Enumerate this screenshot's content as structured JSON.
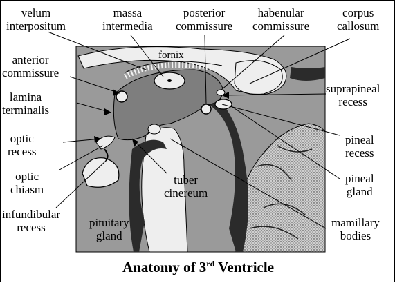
{
  "caption": {
    "prefix": "Anatomy of 3",
    "superscript": "rd",
    "suffix": " Ventricle"
  },
  "labels": {
    "velum_interpositum": [
      "velum",
      "interpositum"
    ],
    "massa_intermedia": [
      "massa",
      "intermedia"
    ],
    "posterior_commissure": [
      "posterior",
      "commissure"
    ],
    "habenular_commissure": [
      "habenular",
      "commissure"
    ],
    "corpus_callosum": [
      "corpus",
      "callosum"
    ],
    "anterior_commissure": [
      "anterior",
      "commissure"
    ],
    "lamina_terminalis": [
      "lamina",
      "terminalis"
    ],
    "optic_recess": [
      "optic",
      "recess"
    ],
    "optic_chiasm": [
      "optic",
      "chiasm"
    ],
    "infundibular_recess": [
      "infundibular",
      "recess"
    ],
    "pituitary_gland": [
      "pituitary",
      "gland"
    ],
    "tuber_cinereum": [
      "tuber",
      "cinereum"
    ],
    "suprapineal_recess": [
      "suprapineal",
      "recess"
    ],
    "pineal_recess": [
      "pineal",
      "recess"
    ],
    "pineal_gland": [
      "pineal",
      "gland"
    ],
    "mamillary_bodies": [
      "mamillary",
      "bodies"
    ],
    "fornix": "fornix"
  },
  "colors": {
    "tissue": "#9a9a9a",
    "ventricle": "#7e7e7e",
    "light": "#eeeeee",
    "dark": "#222222",
    "line": "#000000"
  }
}
